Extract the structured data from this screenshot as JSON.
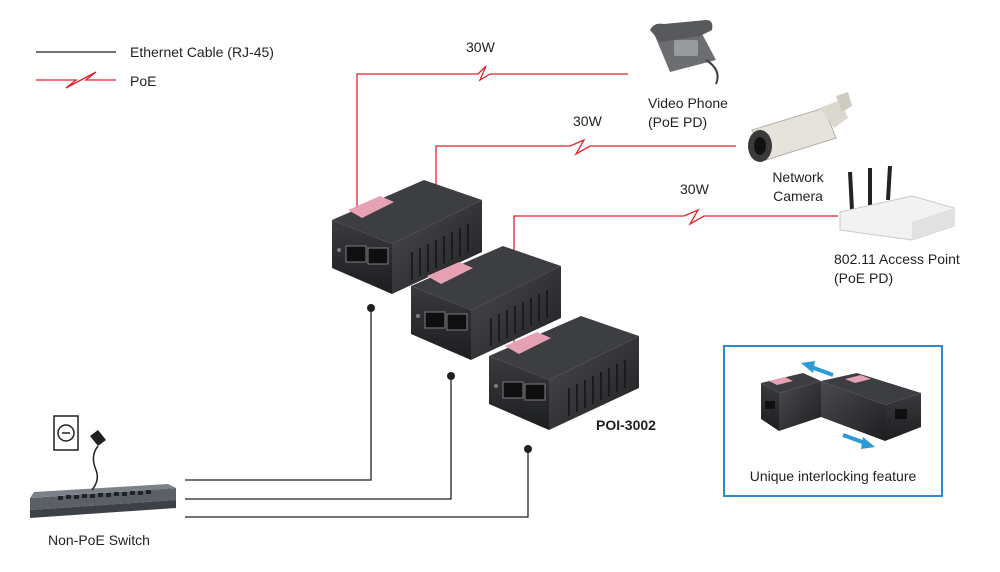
{
  "legend": {
    "ethernet_label": "Ethernet Cable (RJ-45)",
    "poe_label": "PoE"
  },
  "links": {
    "phone_power": "30W",
    "camera_power": "30W",
    "ap_power": "30W"
  },
  "devices": {
    "phone_line1": "Video Phone",
    "phone_line2": "(PoE PD)",
    "camera_line1": "Network",
    "camera_line2": "Camera",
    "ap_line1": "802.11 Access Point",
    "ap_line2": "(PoE PD)",
    "injector_model": "POI-3002",
    "switch_label": "Non-PoE Switch"
  },
  "inset": {
    "caption": "Unique interlocking feature"
  },
  "colors": {
    "poe_line": "#e2232a",
    "ethernet_line": "#231f20",
    "inset_border": "#2b8ccd",
    "arrow": "#2b9ad6",
    "device_body": "#2e2f31",
    "device_label": "#e7a1b4"
  }
}
